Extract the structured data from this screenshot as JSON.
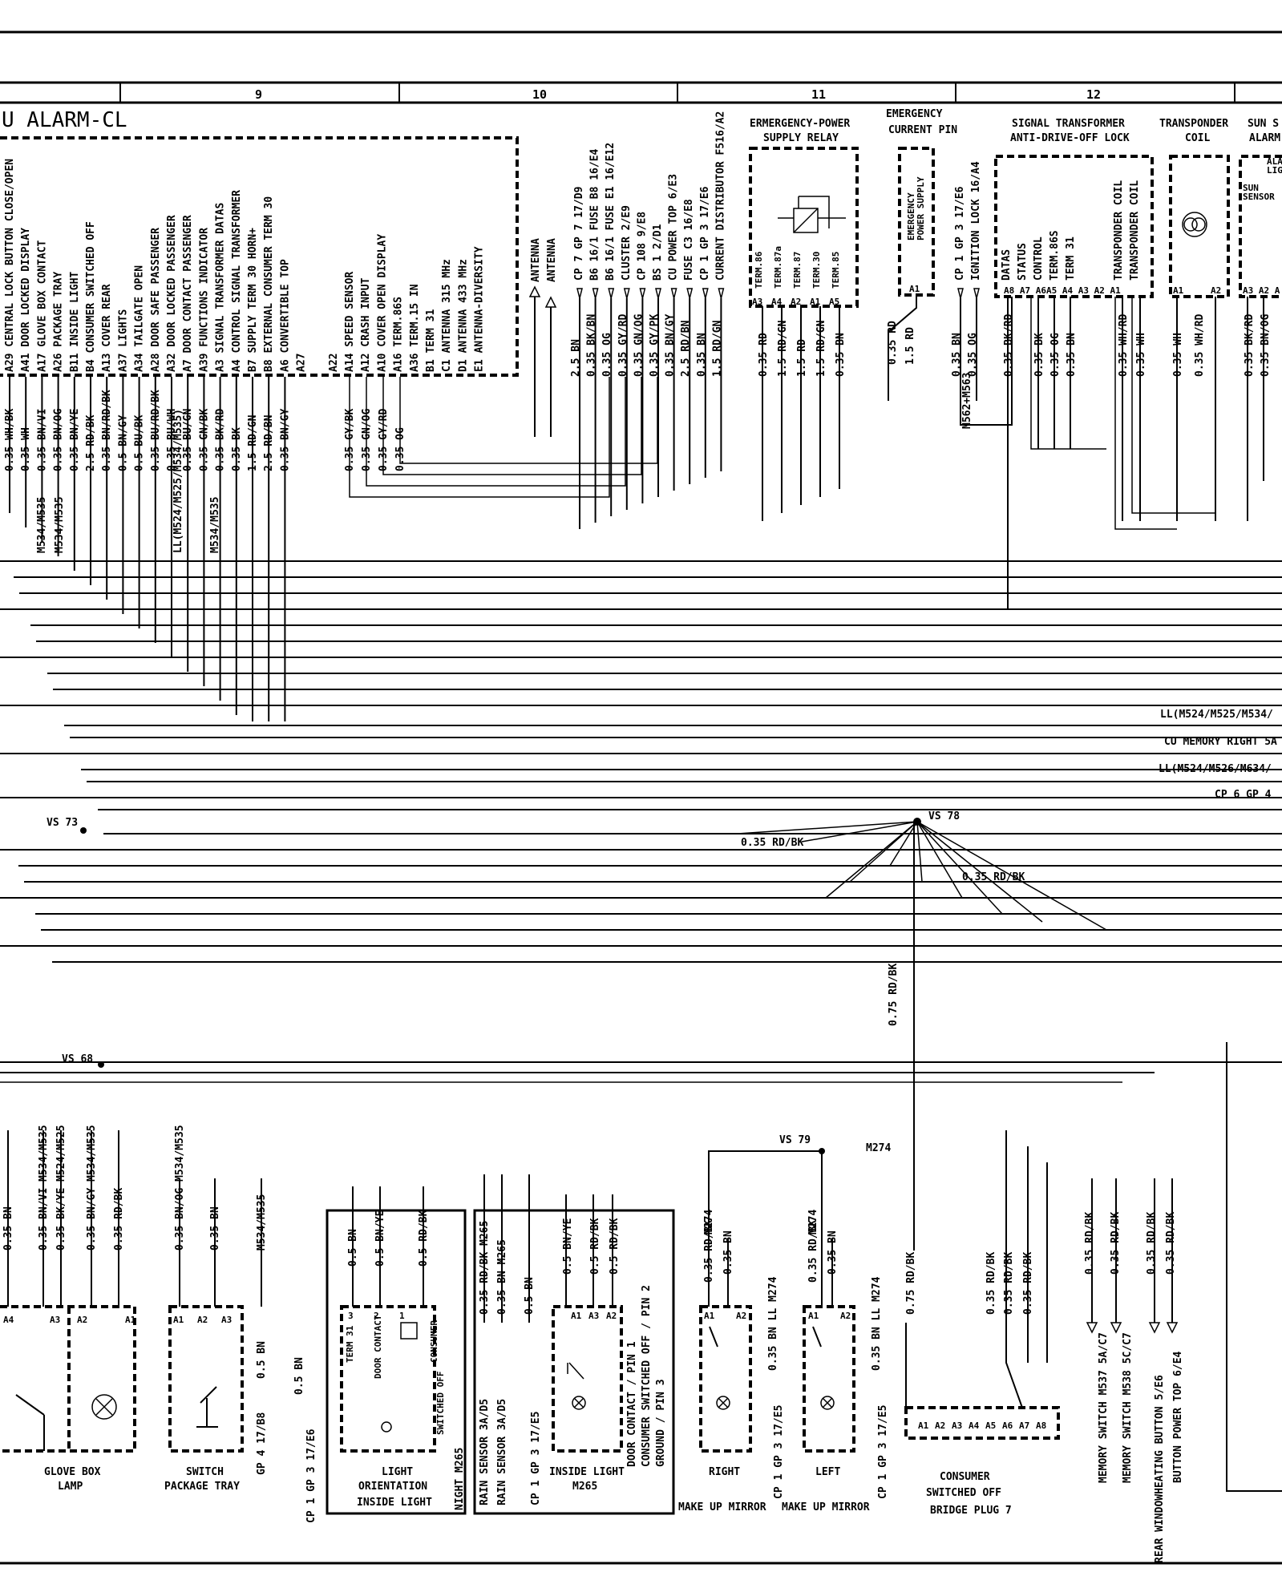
{
  "sheet": {
    "sections": [
      "9",
      "10",
      "11",
      "12"
    ],
    "title": "U ALARM-CL"
  },
  "components": {
    "emergency_power_relay": [
      "ERMERGENCY-POWER",
      "SUPPLY RELAY"
    ],
    "emergency_pin": [
      "EMERGENCY",
      "CURRENT PIN"
    ],
    "emergency_pin_inner": [
      "EMERGENCY",
      "POWER SUPPLY"
    ],
    "signal_transformer": [
      "SIGNAL TRANSFORMER",
      "ANTI-DRIVE-OFF LOCK"
    ],
    "transponder_coil": [
      "TRANSPONDER",
      "COIL"
    ],
    "sun_sensor": [
      "SUN S",
      "ALARM"
    ],
    "glove_box_lamp": [
      "GLOVE BOX",
      "LAMP"
    ],
    "switch_package_tray": [
      "SWITCH",
      "PACKAGE TRAY"
    ],
    "light_orientation": [
      "LIGHT",
      "ORIENTATION",
      "INSIDE LIGHT"
    ],
    "inside_light": [
      "INSIDE LIGHT",
      "M265"
    ],
    "makeup_right": [
      "RIGHT",
      "MAKE UP MIRROR"
    ],
    "makeup_left": [
      "LEFT",
      "MAKE UP MIRROR"
    ],
    "consumer_bridge": [
      "CONSUMER",
      "SWITCHED OFF",
      "BRIDGE PLUG  7"
    ]
  },
  "module_pins": [
    "A29 CENTRAL LOCK BUTTON CLOSE/OPEN",
    "A41 DOOR LOCKED DISPLAY",
    "A17 GLOVE BOX CONTACT",
    "A26 PACKAGE TRAY",
    "B11 INSIDE LIGHT",
    "B4  CONSUMER SWITCHED OFF",
    "A13 COVER REAR",
    "A37 LIGHTS",
    "A34 TAILGATE OPEN",
    "A28 DOOR SAFE PASSENGER",
    "A32 DOOR LOCKED PASSENGER",
    "A7  DOOR CONTACT PASSENGER",
    "A39 FUNCTIONS INDICATOR",
    "A3  SIGNAL TRANSFORMER DATAS",
    "A4  CONTROL SIGNAL TRANSFORMER",
    "B7  SUPPLY TERM 30 HORN+",
    "B8  EXTERNAL CONSUMER TERM 30",
    "A6  CONVERTIBLE TOP",
    "A27",
    "A22",
    "A14 SPEED SENSOR",
    "A12 CRASH INPUT",
    "A10 COVER OPEN DISPLAY",
    "A16 TERM.86S",
    "A36 TERM.15 IN",
    "B1  TERM 31",
    "C1  ANTENNA 315 MHz",
    "D1  ANTENNA 433 MHz",
    "E1  ANTENNA-DIVERSITY"
  ],
  "module_wires": [
    "0.35 WH/BK",
    "0.35 WH",
    "0.35 BN/VI",
    "0.35 BN/OG",
    "0.35 BN/YE",
    "2.5 RD/BK",
    "0.35 BN/RD/BK",
    "0.5 BN/GY",
    "0.5 BU/BK",
    "0.35 BU/RD/BK",
    "0.35 BU/WH",
    "0.35 BU/GN",
    "0.35 GN/BK",
    "0.35 BK/RD",
    "0.35 BK",
    "1.5 RD/GN",
    "2.5 RD/BN",
    "0.35 BN/GY",
    "0.35 GY/BK",
    "0.35 GN/OG",
    "0.35 GY/RD",
    "0.35 OG"
  ],
  "module_markers": [
    "M534/M535",
    "M534/M535",
    "LL(M524/M525/M534/M535)",
    "M534/M535"
  ],
  "antenna_labels": [
    "ANTENNA",
    "ANTENNA"
  ],
  "fuse_labels": [
    "CP 7 GP 7 17/D9",
    "B6 16/1 FUSE B8 16/E4",
    "B6 16/1 FUSE E1 16/E12",
    "CLUSTER 2/E9",
    "CP 108 9/E8",
    "BS 1 2/D1",
    "CU POWER TOP 6/E3",
    "FUSE C3 16/E8",
    "CP 1 GP 3 17/E6",
    "CURRENT DISTRIBUTOR F516/A2"
  ],
  "fuse_wires": [
    "2.5 BN",
    "0.35 BK/BN",
    "0.35 OG",
    "0.35 GY/RD",
    "0.35 GN/OG",
    "0.35 GY/PK",
    "0.35 BN/GY",
    "2.5 RD/BN",
    "0.35 BN",
    "1.5 RD/GN"
  ],
  "relay_terms": [
    "TERM.86",
    "TERM.87a",
    "TERM.87",
    "TERM.30",
    "TERM.85"
  ],
  "relay_pins": [
    "A3",
    "A4",
    "A2",
    "A1",
    "A5"
  ],
  "relay_wires": [
    "0.35 RD",
    "1.5 RD/GN",
    "1.5 RD",
    "1.5 RD/GN",
    "0.35 BN"
  ],
  "pin_wires": [
    "0.35 RD",
    "1.5 RD"
  ],
  "transformer_side": [
    "CP 1 GP 3  17/E6",
    "IGNITION LOCK 16/A4"
  ],
  "transformer_side_wires": [
    "0.35 BN",
    "0.35 OG",
    "M562+M563"
  ],
  "transformer_pins": [
    "DATAS",
    "STATUS",
    "CONTROL",
    "TERM.86S",
    "TERM 31",
    "TRANSPONDER COIL",
    "TRANSPONDER COIL"
  ],
  "transformer_pin_ids": "A8 A7  A6A5 A4 A3 A2 A1",
  "transformer_wires": [
    "0.35 BK/RD",
    "0.35 BK",
    "0.35 OG",
    "0.35 BN",
    "0.35 WH/RD",
    "0.35 WH"
  ],
  "coil_wires": [
    "0.35 WH",
    "0.35 WH/RD"
  ],
  "coil_pins": [
    "A1",
    "A2"
  ],
  "sun_labels": [
    "ALA",
    "LIGHT",
    "SUN",
    "SENSOR"
  ],
  "sun_pins": "A3 A2 A",
  "sun_wires": [
    "0.35 BK/RD",
    "0.35 BN/OG"
  ],
  "bus_labels": [
    "LL(M524/M525/M534/",
    "CU MEMORY RIGHT 5A",
    "LL(M524/M526/M634/",
    "CP 6 GP 4"
  ],
  "splices": {
    "vs73": "VS 73",
    "vs78": "VS 78",
    "vs68": "VS 68",
    "vs79": "VS 79"
  },
  "splice_wires": [
    "0.35 RD/BK",
    "0.35 RD/BK",
    "0.75 RD/BK",
    "M274"
  ],
  "bottom_wires": {
    "glove": [
      "0.35 BN",
      "0.35 BN/VI M534/M535",
      "0.35 BK/YE M524/M525",
      "0.35 BN/GY M534/M535",
      "0.35 RD/BK"
    ],
    "tray": [
      "0.35 BN/OG   M534/M535",
      "0.35 BN",
      "M534/M535"
    ],
    "tray_side": [
      "0.5 BN",
      "GP 4 17/B8",
      "0.5 BN",
      "CP 1 GP 3 17/E6"
    ],
    "orient": [
      "0.5 BN",
      "0.5 BN/YE",
      "0.5 RD/BK"
    ],
    "orient_inner": [
      "TERM 31",
      "DOOR CONTACT",
      "CONSUMER",
      "SWITCHED OFF"
    ],
    "rain": [
      "0.35 RD/BK M265",
      "0.35 BN  M265",
      "0.5 BN"
    ],
    "rain_side": [
      "RAIN SENSOR  3A/D5",
      "RAIN SENSOR  3A/D5",
      "CP 1 GP 3  17/E5"
    ],
    "inside": [
      "0.5 BN/YE",
      "0.5 RD/BK",
      "0.5 RD/BK"
    ],
    "inside_notes": [
      "DOOR CONTACT / PIN 1",
      "CONSUMER SWITCHED OFF / PIN 2",
      "GROUND / PIN 3"
    ],
    "mirror_r": [
      "M274",
      "0.35 RD/BK",
      "0.35 BN",
      "0.35 BN  LL M274",
      "CP 1 GP 3  17/E5"
    ],
    "mirror_l": [
      "M274",
      "0.35 RD/BK",
      "0.35 BN",
      "0.35 BN  LL M274",
      "CP 1 GP 3  17/E5"
    ],
    "consumer": [
      "0.75 RD/BK",
      "0.35 RD/BK",
      "0.35 RD/BK",
      "0.35 RD/BK"
    ],
    "memory": [
      "0.35 RD/BK",
      "0.35 RD/BK",
      "MEMORY SWITCH M537  5A/C7",
      "MEMORY SWITCH M538  5C/C7"
    ],
    "rear": [
      "0.35 RD/BK",
      "0.35 RD/BK",
      "REAR WINDOWHEATING BUTTON  5/E6",
      "BUTTON POWER TOP  6/E4"
    ]
  },
  "connector_pins": {
    "glove": [
      "A4",
      "A3",
      "A2",
      "A1"
    ],
    "tray": [
      "A1",
      "A2",
      "A3"
    ],
    "orient": [
      "3",
      "2",
      "1"
    ],
    "inside": [
      "A1",
      "A3",
      "A2"
    ],
    "mirror": [
      "A1",
      "A2"
    ],
    "bridge": [
      "A1",
      "A2",
      "A3",
      "A4",
      "A5",
      "A6",
      "A7",
      "A8"
    ],
    "orient_note": "NIGHT M265"
  }
}
